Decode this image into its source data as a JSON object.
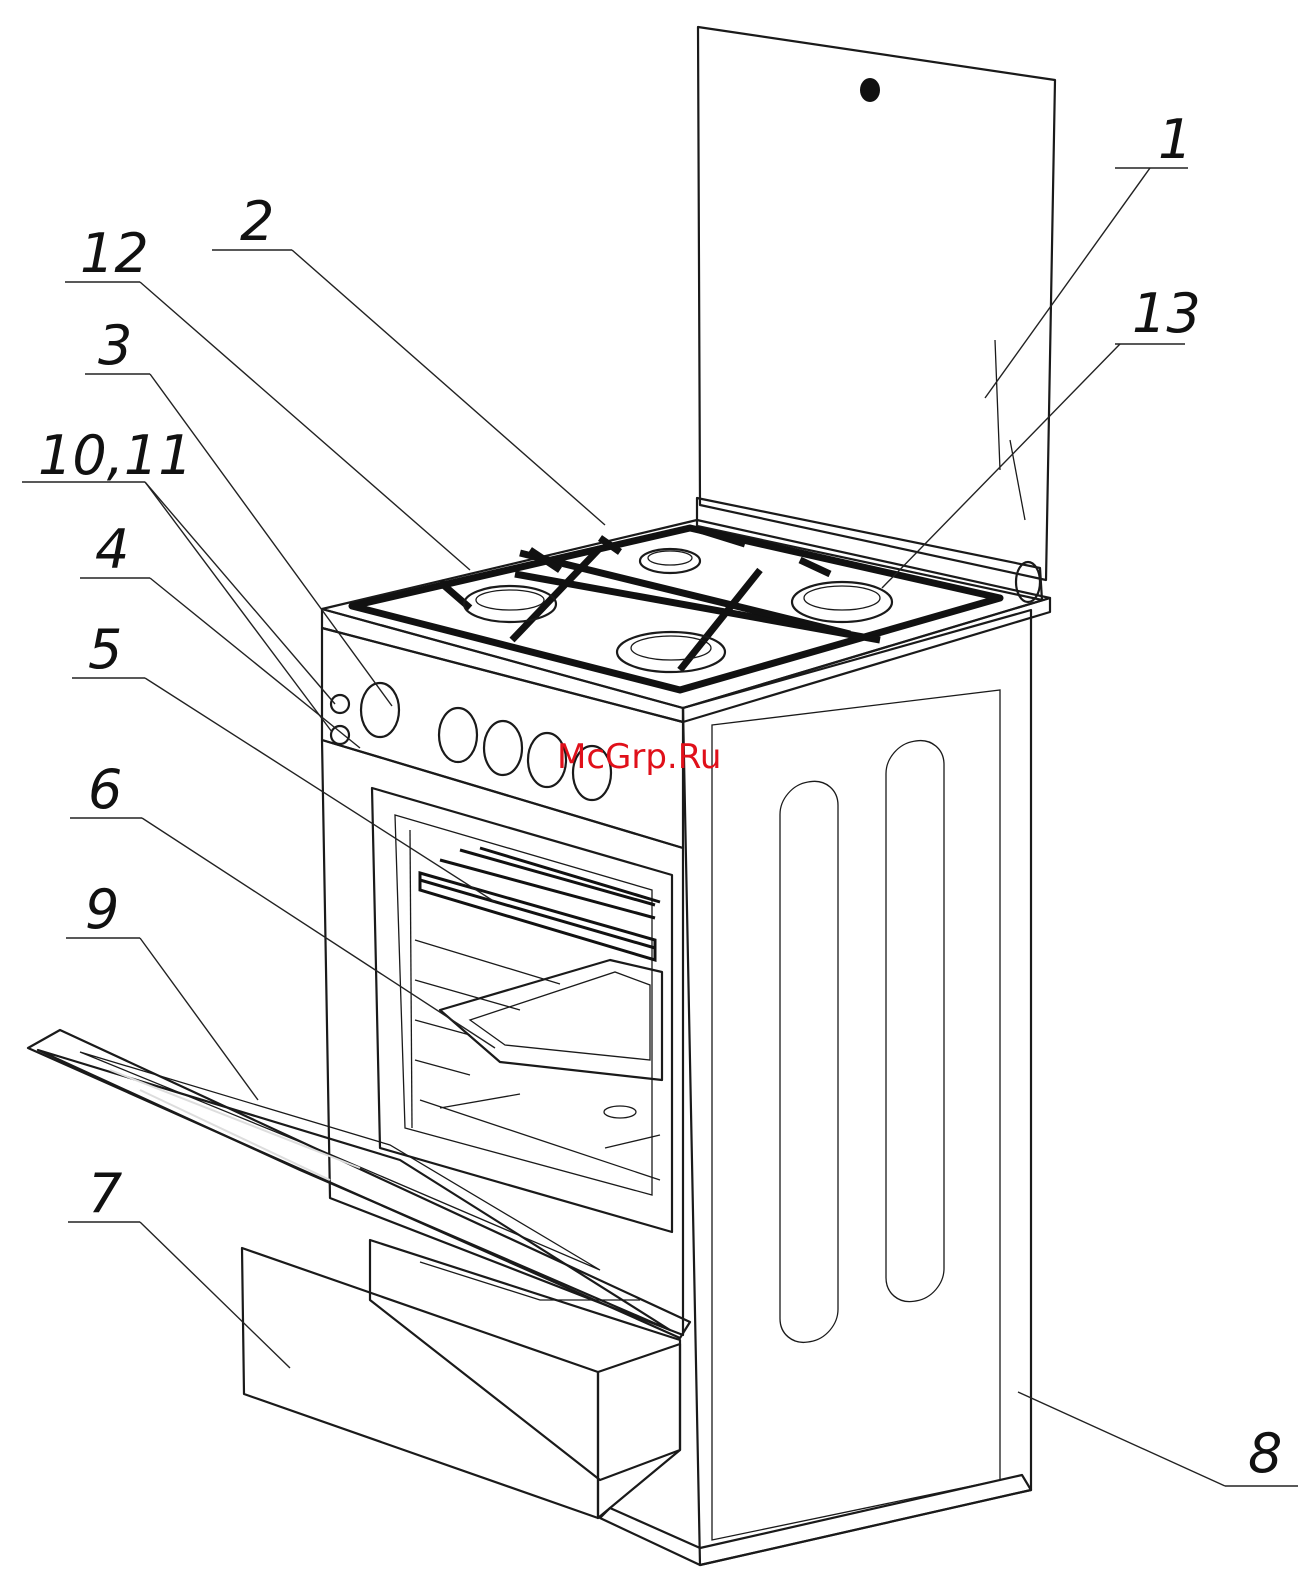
{
  "diagram": {
    "watermark": "McGrp.Ru",
    "callouts": [
      {
        "id": "1",
        "label": "1"
      },
      {
        "id": "2",
        "label": "2"
      },
      {
        "id": "12",
        "label": "12"
      },
      {
        "id": "3",
        "label": "3"
      },
      {
        "id": "13",
        "label": "13"
      },
      {
        "id": "10-11",
        "label": "10,11"
      },
      {
        "id": "4",
        "label": "4"
      },
      {
        "id": "5",
        "label": "5"
      },
      {
        "id": "6",
        "label": "6"
      },
      {
        "id": "9",
        "label": "9"
      },
      {
        "id": "7",
        "label": "7"
      },
      {
        "id": "8",
        "label": "8"
      }
    ]
  }
}
